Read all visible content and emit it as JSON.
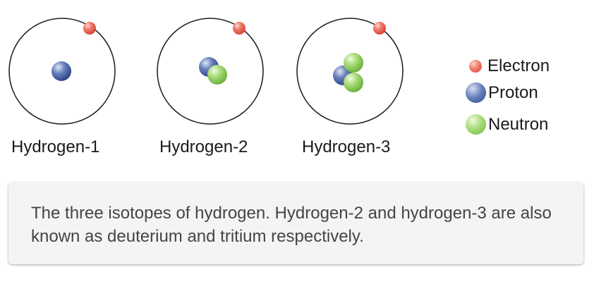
{
  "atoms": [
    {
      "label": "Hydrogen-1",
      "protons": 1,
      "neutrons": 0,
      "electrons": 1
    },
    {
      "label": "Hydrogen-2",
      "protons": 1,
      "neutrons": 1,
      "electrons": 1
    },
    {
      "label": "Hydrogen-3",
      "protons": 1,
      "neutrons": 2,
      "electrons": 1
    }
  ],
  "legend": {
    "electron": "Electron",
    "proton": "Proton",
    "neutron": "Neutron"
  },
  "colors": {
    "electron": "#e8604f",
    "proton": "#3a57a0",
    "neutron": "#8ccc5c",
    "orbit": "#1a1a1a",
    "caption_background": "#f4f4f5",
    "caption_text": "#444444"
  },
  "caption": "The three isotopes of hydrogen. Hydrogen-2 and hydrogen-3 are also known as deuterium and tritium respectively."
}
